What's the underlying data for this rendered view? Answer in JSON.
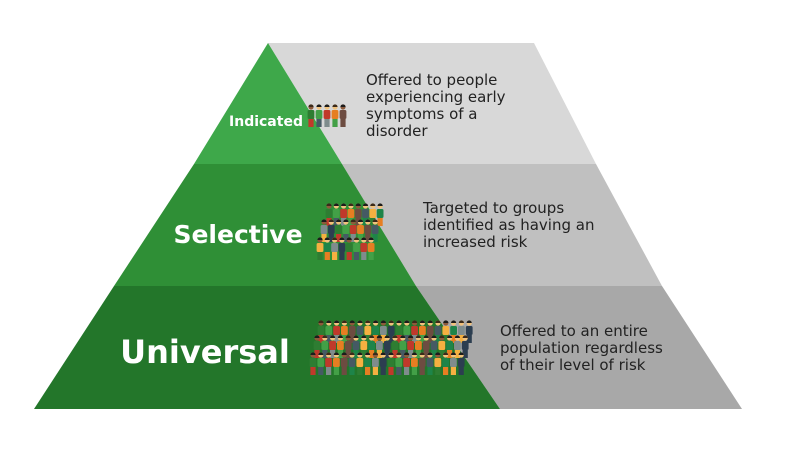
{
  "tiers": [
    {
      "label": "Indicated",
      "description": [
        "Offered to people",
        "experiencing early",
        "symptoms of a",
        "disorder"
      ],
      "green": "#3ea84a",
      "gray": "#d8d8d8",
      "people_icons": 5
    },
    {
      "label": "Selective",
      "description": [
        "Targeted to groups",
        "identified as having an",
        "increased risk"
      ],
      "green": "#2f8f36",
      "gray": "#c0c0c0",
      "people_icons": 24
    },
    {
      "label": "Universal",
      "description": [
        "Offered to an entire",
        "population regardless",
        "of their level of risk"
      ],
      "green": "#23762a",
      "gray": "#a8a8a8",
      "people_icons": 60
    }
  ],
  "crowd_colors": [
    "#2e7d32",
    "#43a047",
    "#c0392b",
    "#e67e22",
    "#6d4c41",
    "#455a64",
    "#f5b041",
    "#1e8449",
    "#7f8c8d",
    "#2c3e50"
  ]
}
